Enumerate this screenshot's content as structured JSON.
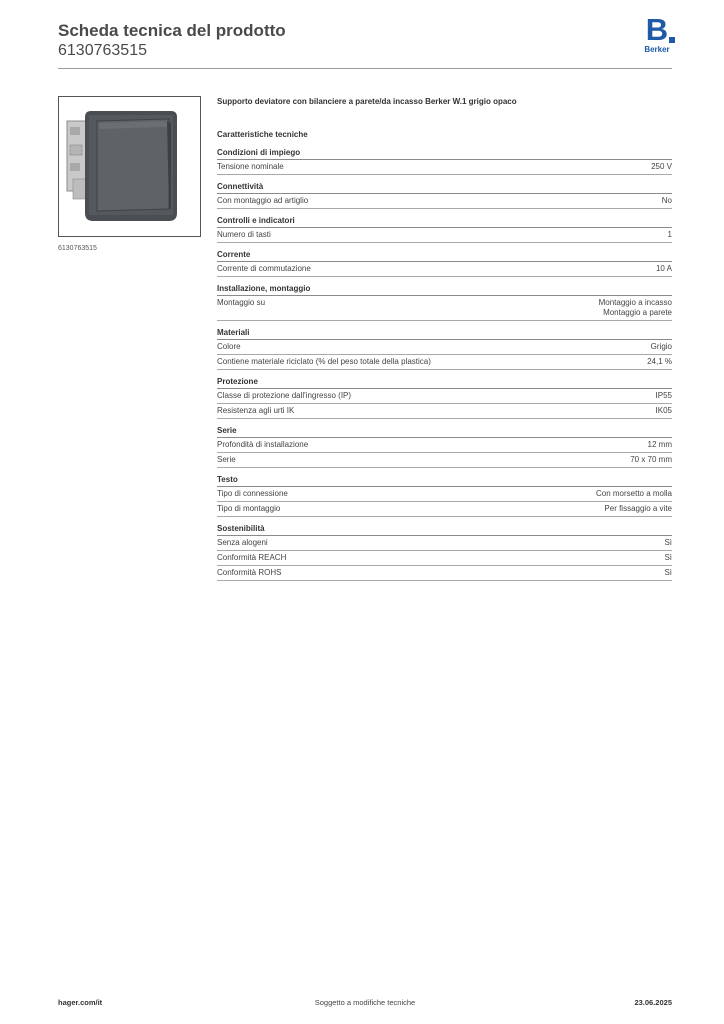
{
  "header": {
    "title": "Scheda tecnica del prodotto",
    "code": "6130763515",
    "logo_letter": "B",
    "logo_text": "Berker"
  },
  "image": {
    "caption": "6130763515"
  },
  "product": {
    "description": "Supporto deviatore con bilanciere a parete/da incasso Berker W.1 grigio opaco",
    "section_title": "Caratteristiche tecniche"
  },
  "groups": [
    {
      "title": "Condizioni di impiego",
      "rows": [
        {
          "label": "Tensione nominale",
          "values": [
            "250 V"
          ]
        }
      ]
    },
    {
      "title": "Connettività",
      "rows": [
        {
          "label": "Con montaggio ad artiglio",
          "values": [
            "No"
          ]
        }
      ]
    },
    {
      "title": "Controlli e indicatori",
      "rows": [
        {
          "label": "Numero di tasti",
          "values": [
            "1"
          ]
        }
      ]
    },
    {
      "title": "Corrente",
      "rows": [
        {
          "label": "Corrente di commutazione",
          "values": [
            "10 A"
          ]
        }
      ]
    },
    {
      "title": "Installazione, montaggio",
      "rows": [
        {
          "label": "Montaggio su",
          "values": [
            "Montaggio a incasso",
            "Montaggio a parete"
          ]
        }
      ]
    },
    {
      "title": "Materiali",
      "rows": [
        {
          "label": "Colore",
          "values": [
            "Grigio"
          ]
        },
        {
          "label": "Contiene materiale riciclato (% del peso totale della plastica)",
          "values": [
            "24,1 %"
          ]
        }
      ]
    },
    {
      "title": "Protezione",
      "rows": [
        {
          "label": "Classe di protezione dall'ingresso (IP)",
          "values": [
            "IP55"
          ]
        },
        {
          "label": "Resistenza agli urti IK",
          "values": [
            "IK05"
          ]
        }
      ]
    },
    {
      "title": "Serie",
      "rows": [
        {
          "label": "Profondità di installazione",
          "values": [
            "12 mm"
          ]
        },
        {
          "label": "Serie",
          "values": [
            "70 x 70 mm"
          ]
        }
      ]
    },
    {
      "title": "Testo",
      "rows": [
        {
          "label": "Tipo di connessione",
          "values": [
            "Con morsetto a molla"
          ]
        },
        {
          "label": "Tipo di montaggio",
          "values": [
            "Per fissaggio a vite"
          ]
        }
      ]
    },
    {
      "title": "Sostenibilità",
      "rows": [
        {
          "label": "Senza alogeni",
          "values": [
            "Sì"
          ]
        },
        {
          "label": "Conformità REACH",
          "values": [
            "Sì"
          ]
        },
        {
          "label": "Conformità ROHS",
          "values": [
            "Sì"
          ]
        }
      ]
    }
  ],
  "footer": {
    "website": "hager.com/it",
    "note": "Soggetto a modifiche tecniche",
    "date": "23.06.2025"
  }
}
